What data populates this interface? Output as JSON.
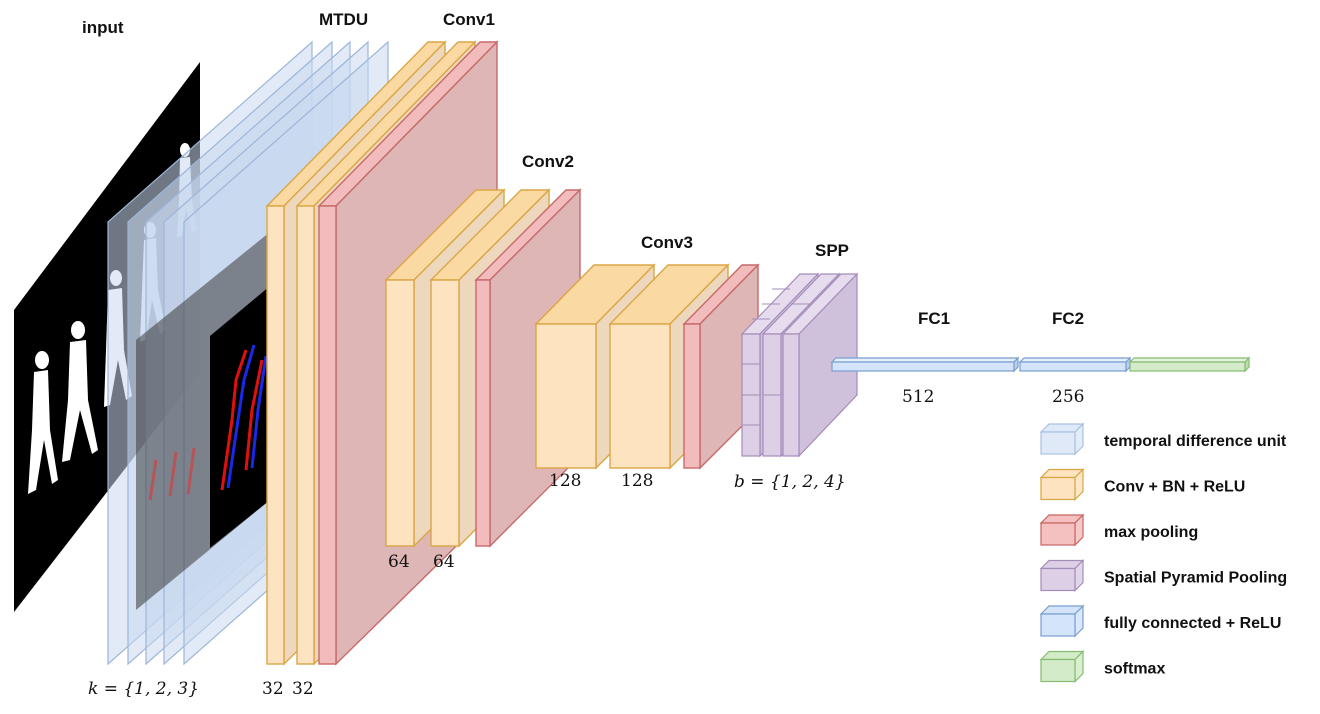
{
  "labels": {
    "input": "input",
    "mtdu": "MTDU",
    "conv1": "Conv1",
    "conv2": "Conv2",
    "conv3": "Conv3",
    "spp": "SPP",
    "fc1": "FC1",
    "fc2": "FC2"
  },
  "dims": {
    "k_set": "k = {1, 2, 3}",
    "conv1_a": "32",
    "conv1_b": "32",
    "conv2_a": "64",
    "conv2_b": "64",
    "conv3_a": "128",
    "conv3_b": "128",
    "b_set": "b = {1, 2, 4}",
    "fc1": "512",
    "fc2": "256"
  },
  "legend": [
    {
      "label": "temporal difference unit",
      "color": "#dfe9f7",
      "stroke": "#a9c2e2"
    },
    {
      "label": "Conv + BN + ReLU",
      "color": "#fde3c0",
      "stroke": "#d8a640"
    },
    {
      "label": "max pooling",
      "color": "#f5c0c0",
      "stroke": "#c86464"
    },
    {
      "label": "Spatial Pyramid Pooling",
      "color": "#ddd0e6",
      "stroke": "#a48cb8"
    },
    {
      "label": "fully connected + ReLU",
      "color": "#d4e4fa",
      "stroke": "#7a9ed0"
    },
    {
      "label": "softmax",
      "color": "#d3ebc9",
      "stroke": "#86bc72"
    }
  ],
  "colors": {
    "tdu_fill": "#c9d8ee",
    "tdu_stroke": "#9db6d9",
    "conv_fill": "#fde3c0",
    "conv_top": "#fbd9a3",
    "conv_stroke": "#dba646",
    "pool_fill": "#f3bcbc",
    "pool_big": "#deb6b6",
    "pool_stroke": "#c76a6a",
    "spp_fill": "#ddd0e6",
    "spp_stroke": "#a48cb8",
    "fc_fill": "#d4e4fa",
    "fc_stroke": "#7a9ed0",
    "softmax_fill": "#d3ebc9",
    "softmax_stroke": "#86bc72"
  }
}
